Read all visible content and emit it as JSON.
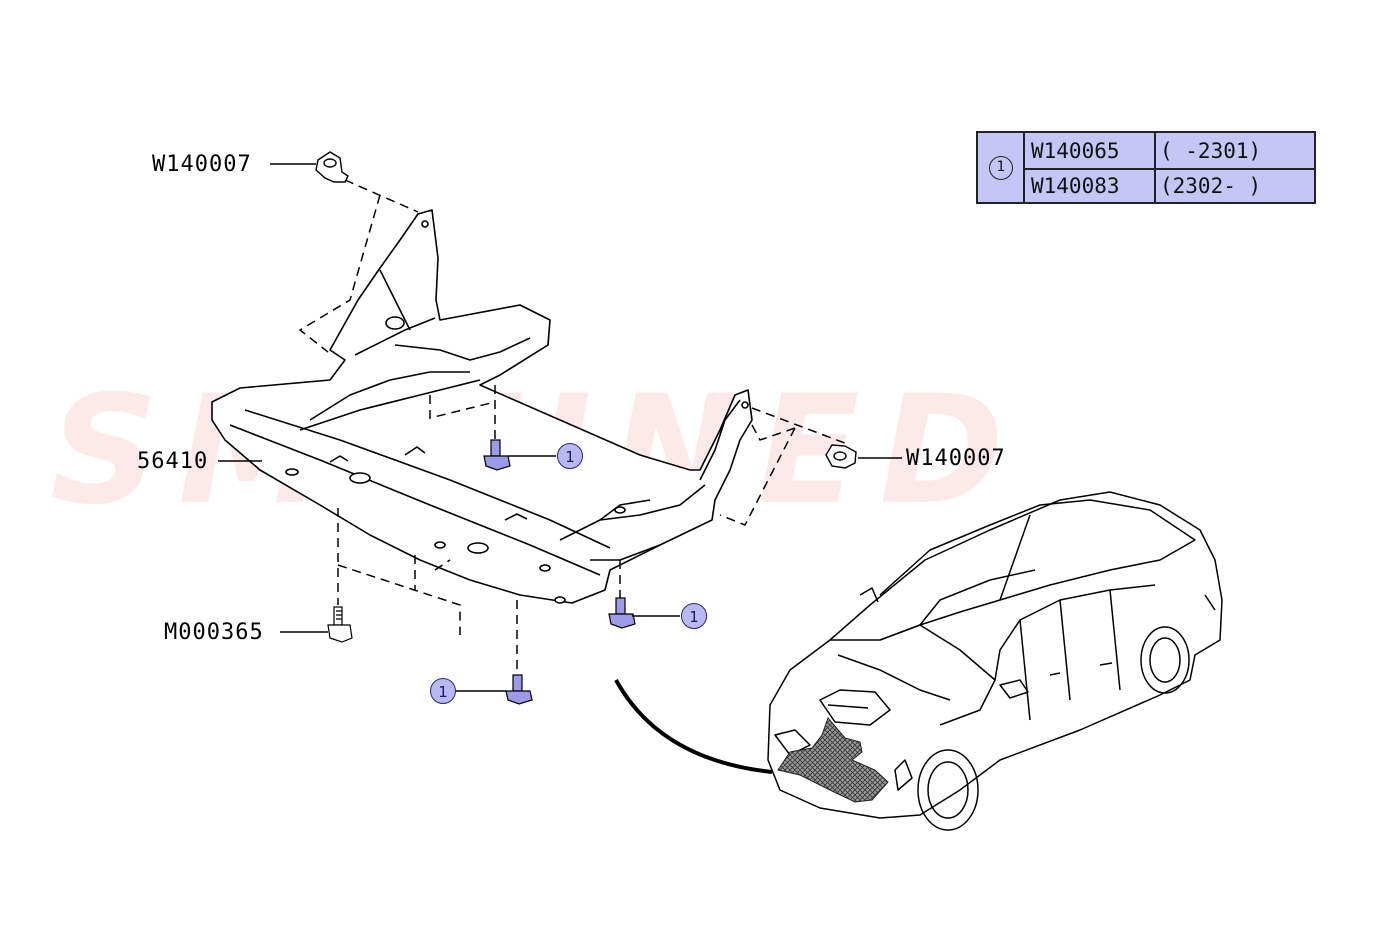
{
  "watermark": {
    "text": "SMTUNED",
    "color": "#e23a3a"
  },
  "labels": {
    "w140007_top": "W140007",
    "w140007_right": "W140007",
    "part_56410": "56410",
    "m000365": "M000365"
  },
  "callout_symbol": "1",
  "legend": {
    "symbol": "1",
    "rows": [
      {
        "part": "W140065",
        "range": "( -2301)"
      },
      {
        "part": "W140083",
        "range": "(2302- )"
      }
    ],
    "fill_color": "#c6c6f6"
  },
  "colors": {
    "callout_fill": "#b9b8f2",
    "line": "#000000",
    "hatch": "#444444"
  }
}
